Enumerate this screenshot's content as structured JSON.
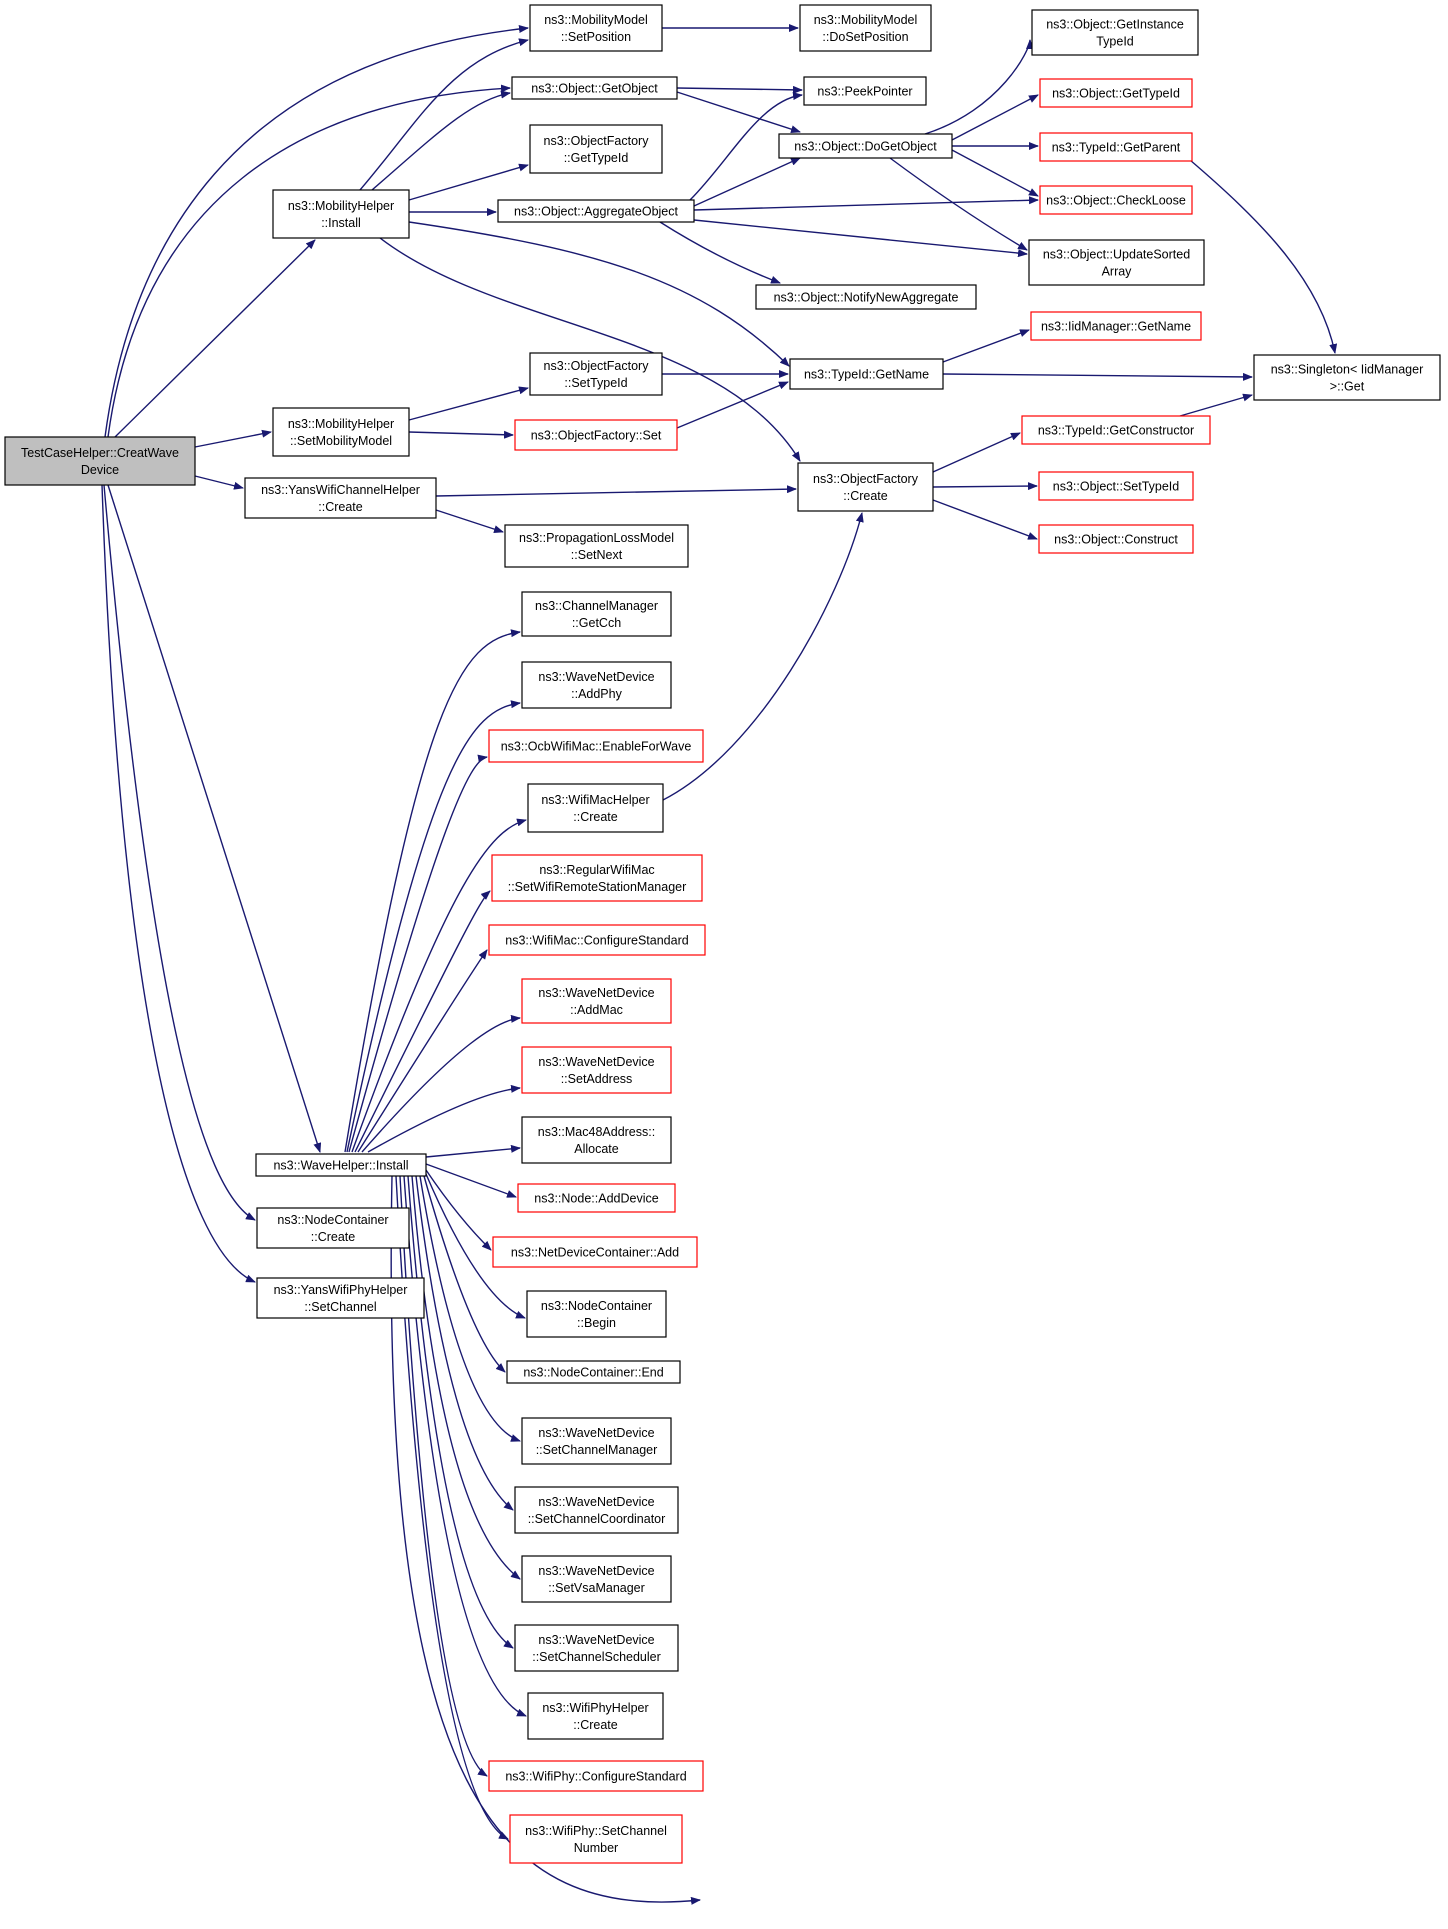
{
  "graph": {
    "root": "n0",
    "nodes": [
      {
        "id": "n0",
        "lines": [
          "TestCaseHelper::CreatWave",
          "Device"
        ],
        "root": true
      },
      {
        "id": "n1",
        "lines": [
          "ns3::MobilityHelper",
          "::Install"
        ]
      },
      {
        "id": "n2",
        "lines": [
          "ns3::MobilityHelper",
          "::SetMobilityModel"
        ]
      },
      {
        "id": "n3",
        "lines": [
          "ns3::YansWifiChannelHelper",
          "::Create"
        ]
      },
      {
        "id": "n4",
        "lines": [
          "ns3::WaveHelper::Install"
        ]
      },
      {
        "id": "n5",
        "lines": [
          "ns3::NodeContainer",
          "::Create"
        ]
      },
      {
        "id": "n6",
        "lines": [
          "ns3::YansWifiPhyHelper",
          "::SetChannel"
        ]
      },
      {
        "id": "n7",
        "lines": [
          "ns3::MobilityModel",
          "::SetPosition"
        ]
      },
      {
        "id": "n8",
        "lines": [
          "ns3::Object::GetObject"
        ]
      },
      {
        "id": "n9",
        "lines": [
          "ns3::ObjectFactory",
          "::GetTypeId"
        ]
      },
      {
        "id": "n10",
        "lines": [
          "ns3::Object::AggregateObject"
        ]
      },
      {
        "id": "n11",
        "lines": [
          "ns3::ObjectFactory",
          "::SetTypeId"
        ]
      },
      {
        "id": "n12",
        "lines": [
          "ns3::ObjectFactory::Set"
        ],
        "truncated": true
      },
      {
        "id": "n13",
        "lines": [
          "ns3::PropagationLossModel",
          "::SetNext"
        ]
      },
      {
        "id": "n14",
        "lines": [
          "ns3::ChannelManager",
          "::GetCch"
        ]
      },
      {
        "id": "n15",
        "lines": [
          "ns3::WaveNetDevice",
          "::AddPhy"
        ]
      },
      {
        "id": "n16",
        "lines": [
          "ns3::OcbWifiMac::EnableForWave"
        ],
        "truncated": true
      },
      {
        "id": "n17",
        "lines": [
          "ns3::WifiMacHelper",
          "::Create"
        ]
      },
      {
        "id": "n18",
        "lines": [
          "ns3::RegularWifiMac",
          "::SetWifiRemoteStationManager"
        ],
        "truncated": true
      },
      {
        "id": "n19",
        "lines": [
          "ns3::WifiMac::ConfigureStandard"
        ],
        "truncated": true
      },
      {
        "id": "n20",
        "lines": [
          "ns3::WaveNetDevice",
          "::AddMac"
        ],
        "truncated": true
      },
      {
        "id": "n21",
        "lines": [
          "ns3::WaveNetDevice",
          "::SetAddress"
        ],
        "truncated": true
      },
      {
        "id": "n22",
        "lines": [
          "ns3::Mac48Address::",
          "Allocate"
        ]
      },
      {
        "id": "n23",
        "lines": [
          "ns3::Node::AddDevice"
        ],
        "truncated": true
      },
      {
        "id": "n24",
        "lines": [
          "ns3::NetDeviceContainer::Add"
        ],
        "truncated": true
      },
      {
        "id": "n25",
        "lines": [
          "ns3::NodeContainer",
          "::Begin"
        ]
      },
      {
        "id": "n26",
        "lines": [
          "ns3::NodeContainer::End"
        ]
      },
      {
        "id": "n27",
        "lines": [
          "ns3::WaveNetDevice",
          "::SetChannelManager"
        ]
      },
      {
        "id": "n28",
        "lines": [
          "ns3::WaveNetDevice",
          "::SetChannelCoordinator"
        ]
      },
      {
        "id": "n29",
        "lines": [
          "ns3::WaveNetDevice",
          "::SetVsaManager"
        ]
      },
      {
        "id": "n30",
        "lines": [
          "ns3::WaveNetDevice",
          "::SetChannelScheduler"
        ]
      },
      {
        "id": "n31",
        "lines": [
          "ns3::WifiPhyHelper",
          "::Create"
        ]
      },
      {
        "id": "n32",
        "lines": [
          "ns3::WifiPhy::ConfigureStandard"
        ],
        "truncated": true
      },
      {
        "id": "n33",
        "lines": [
          "ns3::WifiPhy::SetChannel",
          "Number"
        ],
        "truncated": true
      },
      {
        "id": "n34",
        "lines": [
          "ns3::MobilityModel",
          "::DoSetPosition"
        ]
      },
      {
        "id": "n35",
        "lines": [
          "ns3::PeekPointer"
        ]
      },
      {
        "id": "n36",
        "lines": [
          "ns3::Object::DoGetObject"
        ]
      },
      {
        "id": "n37",
        "lines": [
          "ns3::Object::NotifyNewAggregate"
        ]
      },
      {
        "id": "n38",
        "lines": [
          "ns3::TypeId::GetName"
        ]
      },
      {
        "id": "n39",
        "lines": [
          "ns3::ObjectFactory",
          "::Create"
        ]
      },
      {
        "id": "n40",
        "lines": [
          "ns3::Object::GetInstance",
          "TypeId"
        ]
      },
      {
        "id": "n41",
        "lines": [
          "ns3::Object::GetTypeId"
        ],
        "truncated": true
      },
      {
        "id": "n42",
        "lines": [
          "ns3::TypeId::GetParent"
        ],
        "truncated": true
      },
      {
        "id": "n43",
        "lines": [
          "ns3::Object::CheckLoose"
        ],
        "truncated": true
      },
      {
        "id": "n44",
        "lines": [
          "ns3::Object::UpdateSorted",
          "Array"
        ]
      },
      {
        "id": "n45",
        "lines": [
          "ns3::IidManager::GetName"
        ],
        "truncated": true
      },
      {
        "id": "n46",
        "lines": [
          "ns3::TypeId::GetConstructor"
        ],
        "truncated": true
      },
      {
        "id": "n47",
        "lines": [
          "ns3::Object::SetTypeId"
        ],
        "truncated": true
      },
      {
        "id": "n48",
        "lines": [
          "ns3::Object::Construct"
        ],
        "truncated": true
      },
      {
        "id": "n49",
        "lines": [
          "ns3::Singleton< IidManager",
          ">::Get"
        ]
      }
    ],
    "edges": [
      [
        "n0",
        "n7"
      ],
      [
        "n0",
        "n8"
      ],
      [
        "n0",
        "n1"
      ],
      [
        "n0",
        "n2"
      ],
      [
        "n0",
        "n3"
      ],
      [
        "n0",
        "n4"
      ],
      [
        "n0",
        "n5"
      ],
      [
        "n0",
        "n6"
      ],
      [
        "n1",
        "n7"
      ],
      [
        "n1",
        "n8"
      ],
      [
        "n1",
        "n9"
      ],
      [
        "n1",
        "n10"
      ],
      [
        "n1",
        "n38"
      ],
      [
        "n1",
        "n39"
      ],
      [
        "n2",
        "n11"
      ],
      [
        "n2",
        "n12"
      ],
      [
        "n3",
        "n39"
      ],
      [
        "n3",
        "n13"
      ],
      [
        "n4",
        "n14"
      ],
      [
        "n4",
        "n15"
      ],
      [
        "n4",
        "n16"
      ],
      [
        "n4",
        "n17"
      ],
      [
        "n4",
        "n18"
      ],
      [
        "n4",
        "n19"
      ],
      [
        "n4",
        "n20"
      ],
      [
        "n4",
        "n21"
      ],
      [
        "n4",
        "n22"
      ],
      [
        "n4",
        "n23"
      ],
      [
        "n4",
        "n24"
      ],
      [
        "n4",
        "n25"
      ],
      [
        "n4",
        "n26"
      ],
      [
        "n4",
        "n27"
      ],
      [
        "n4",
        "n28"
      ],
      [
        "n4",
        "n29"
      ],
      [
        "n4",
        "n30"
      ],
      [
        "n4",
        "n31"
      ],
      [
        "n4",
        "n32"
      ],
      [
        "n4",
        "n33"
      ],
      [
        "n4",
        "n39"
      ],
      [
        "n7",
        "n34"
      ],
      [
        "n8",
        "n35"
      ],
      [
        "n8",
        "n36"
      ],
      [
        "n10",
        "n35"
      ],
      [
        "n10",
        "n36"
      ],
      [
        "n10",
        "n43"
      ],
      [
        "n10",
        "n44"
      ],
      [
        "n10",
        "n37"
      ],
      [
        "n11",
        "n38"
      ],
      [
        "n12",
        "n38"
      ],
      [
        "n17",
        "n39"
      ],
      [
        "n36",
        "n40"
      ],
      [
        "n36",
        "n41"
      ],
      [
        "n36",
        "n42"
      ],
      [
        "n36",
        "n43"
      ],
      [
        "n36",
        "n44"
      ],
      [
        "n38",
        "n45"
      ],
      [
        "n38",
        "n49"
      ],
      [
        "n39",
        "n46"
      ],
      [
        "n39",
        "n47"
      ],
      [
        "n39",
        "n48"
      ],
      [
        "n42",
        "n49"
      ],
      [
        "n46",
        "n49"
      ]
    ]
  }
}
